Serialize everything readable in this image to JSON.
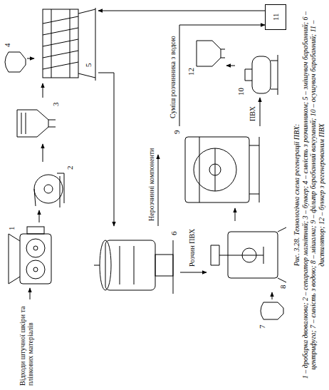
{
  "diagram": {
    "title": "Рис. 3.28. Технологічна схема регенерації ПВХ:",
    "caption": "1 – дробарка двовалкова; 2 – сепаратор магнітний; 3 – бункер; 4 – ємність з розчинником; 5 – змішувач барабанний; 6 – центрифуга; 7 – ємність з водою; 8 – мішалка; 9 – фільтр барабанний вакуумний; 10 – осушувач барабанний; 11 – дистилятор; 12 – бункер з регенерованим ПВХ",
    "nodes": [
      {
        "text": [
          "1"
        ]
      },
      {
        "text": [
          "2"
        ]
      },
      {
        "text": [
          "3"
        ]
      },
      {
        "text": [
          "4"
        ]
      },
      {
        "text": [
          "5"
        ]
      },
      {
        "text": [
          "6"
        ]
      },
      {
        "text": [
          "7"
        ]
      },
      {
        "text": [
          "8"
        ]
      },
      {
        "text": [
          "9"
        ]
      },
      {
        "text": [
          "10"
        ]
      },
      {
        "text": [
          "11"
        ]
      },
      {
        "text": [
          "12"
        ]
      }
    ],
    "edges": [
      {
        "from": 0,
        "to": 1,
        "arrow": "to"
      },
      {
        "from": 1,
        "to": 2,
        "arrow": "to"
      },
      {
        "from": 2,
        "to": 4,
        "arrow": "to"
      },
      {
        "from": 3,
        "to": 4,
        "arrow": "to"
      },
      {
        "from": 4,
        "to": 5,
        "arrow": "to"
      },
      {
        "from": 5,
        "to": 7,
        "label": "Розчин ПВХ",
        "arrow": "to"
      },
      {
        "from": 6,
        "to": 7,
        "arrow": "to"
      },
      {
        "from": 7,
        "to": 8,
        "arrow": "to"
      },
      {
        "from": 8,
        "to": 9,
        "label": "ПВХ",
        "arrow": "to"
      },
      {
        "from": 8,
        "to": 10,
        "label": "Суміш розчинника з водою",
        "arrow": "to"
      },
      {
        "from": 9,
        "to": 11,
        "arrow": "to"
      },
      {
        "from": 10,
        "to": 4,
        "arrow": "to"
      }
    ],
    "labels": [
      "Відходи штучної шкіри та плівкових матеріалів",
      "Нерозчинні компоненти"
    ]
  }
}
